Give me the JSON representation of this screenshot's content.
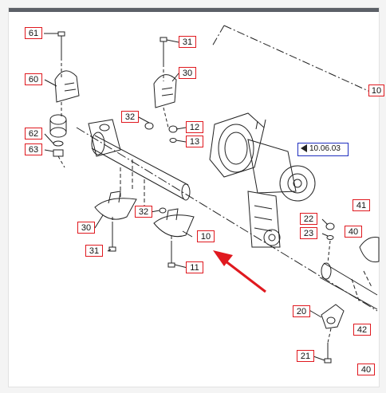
{
  "colors": {
    "callout_border": "#e0191f",
    "ref_border": "#1f2fbf",
    "arrow": "#e0191f",
    "line_art": "#222222",
    "topbar": "#5c6067"
  },
  "callouts": [
    "61",
    "31",
    "60",
    "30",
    "32",
    "12",
    "13",
    "62",
    "63",
    "22",
    "23",
    "41",
    "40",
    "30",
    "32",
    "10",
    "31",
    "11",
    "20",
    "42",
    "21",
    "40",
    "10"
  ],
  "reference": {
    "label": "10.06.03",
    "icon": "view-triangle-icon"
  },
  "pointer": {
    "icon": "red-arrow-icon"
  }
}
